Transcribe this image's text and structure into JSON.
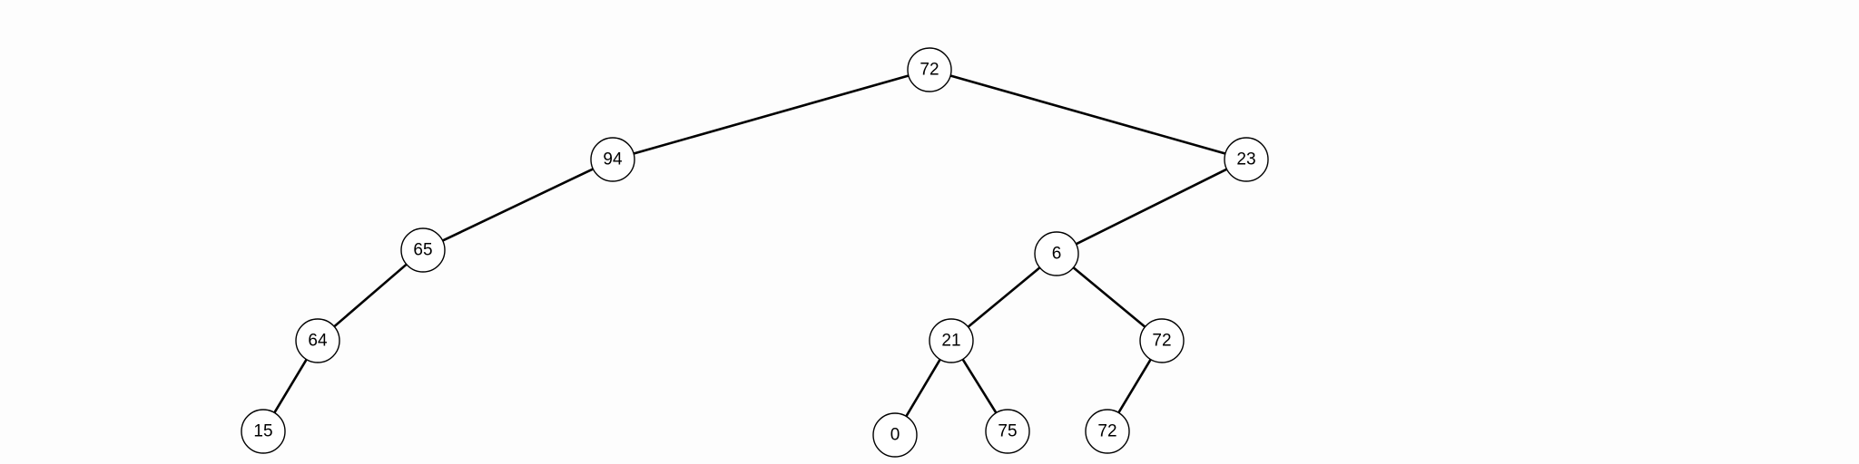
{
  "tree": {
    "nodes": [
      {
        "id": "n1",
        "value": "72"
      },
      {
        "id": "n2",
        "value": "94"
      },
      {
        "id": "n3",
        "value": "23"
      },
      {
        "id": "n4",
        "value": "65"
      },
      {
        "id": "n5",
        "value": "6"
      },
      {
        "id": "n6",
        "value": "64"
      },
      {
        "id": "n7",
        "value": "21"
      },
      {
        "id": "n8",
        "value": "72"
      },
      {
        "id": "n9",
        "value": "15"
      },
      {
        "id": "n10",
        "value": "0"
      },
      {
        "id": "n11",
        "value": "75"
      },
      {
        "id": "n12",
        "value": "72"
      }
    ],
    "edges": [
      {
        "from": "n1",
        "to": "n2"
      },
      {
        "from": "n1",
        "to": "n3"
      },
      {
        "from": "n2",
        "to": "n4"
      },
      {
        "from": "n3",
        "to": "n5"
      },
      {
        "from": "n4",
        "to": "n6"
      },
      {
        "from": "n5",
        "to": "n7"
      },
      {
        "from": "n5",
        "to": "n8"
      },
      {
        "from": "n6",
        "to": "n9"
      },
      {
        "from": "n7",
        "to": "n10"
      },
      {
        "from": "n7",
        "to": "n11"
      },
      {
        "from": "n8",
        "to": "n12"
      }
    ]
  }
}
